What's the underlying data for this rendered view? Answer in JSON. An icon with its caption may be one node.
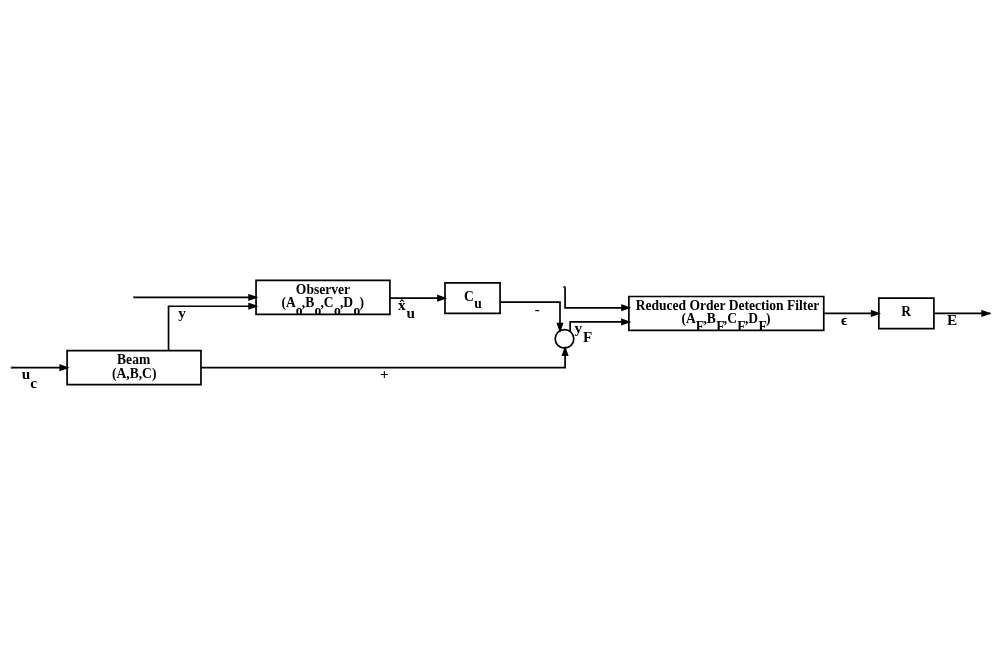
{
  "diagram": {
    "nodes": [
      {
        "text": [
          "Beam",
          "(A,B,C)"
        ]
      },
      {
        "text": [
          "Observer",
          "(A$_{o}$,B$_{o}$,C$_{o}$,D$_{o}$)"
        ]
      },
      {
        "text": [
          "C$_{u}$"
        ]
      },
      {
        "text": [],
        "shape": "circle"
      },
      {
        "text": [
          "Reduced Order Detection Filter",
          "(A$_{F}$,B$_{F}$,C$_{F}$,D$_{F}$)"
        ]
      },
      {
        "text": [
          "R"
        ]
      }
    ],
    "edges": [
      {
        "from": null,
        "to": 0,
        "arrow": "to",
        "label": "u$_{c}$"
      },
      {
        "from": null,
        "to": 1,
        "arrow": "to"
      },
      {
        "from": null,
        "to": 4,
        "arrow": "to"
      },
      {
        "from": 0,
        "to": 3,
        "arrow": "to",
        "label": "+"
      },
      {
        "from": 0,
        "to": 1,
        "arrow": "to",
        "label": "y"
      },
      {
        "from": 1,
        "to": 2,
        "arrow": "to",
        "label": "x̂$_{u}$"
      },
      {
        "from": 2,
        "to": 3,
        "arrow": "to",
        "label": "-"
      },
      {
        "from": 3,
        "to": 4,
        "arrow": "to",
        "label": "y$_{F}$"
      },
      {
        "from": 4,
        "to": 5,
        "arrow": "to",
        "label": "ϵ"
      },
      {
        "from": 5,
        "to": null,
        "arrow": "to",
        "label": "E"
      }
    ]
  }
}
